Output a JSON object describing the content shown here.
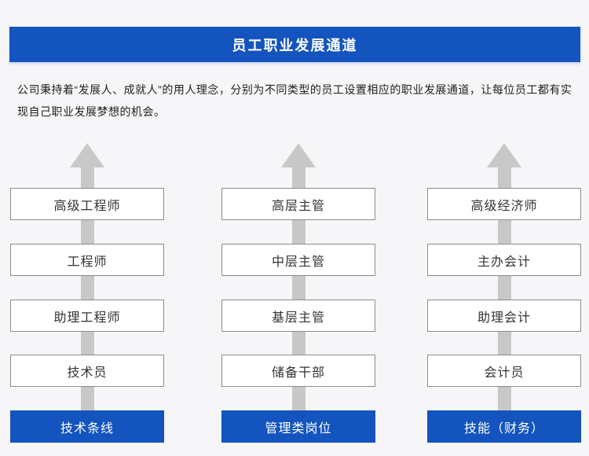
{
  "page": {
    "title": "员工职业发展通道",
    "description": "公司秉持着“发展人、成就人”的用人理念，分别为不同类型的员工设置相应的职业发展通道，让每位员工都有实现自己职业发展梦想的机会。"
  },
  "colors": {
    "primary_blue": "#1354be",
    "arrow_gray": "#c9c8c6",
    "box_border_gray": "#8c8c8c",
    "background": "#f6f6f8",
    "box_text": "#333333",
    "banner_text": "#ffffff"
  },
  "columns": [
    {
      "track_label": "技术条线",
      "levels_top_to_bottom": [
        "高级工程师",
        "工程师",
        "助理工程师",
        "技术员"
      ]
    },
    {
      "track_label": "管理类岗位",
      "levels_top_to_bottom": [
        "高层主管",
        "中层主管",
        "基层主管",
        "储备干部"
      ]
    },
    {
      "track_label": "技能（财务）",
      "levels_top_to_bottom": [
        "高级经济师",
        "主办会计",
        "助理会计",
        "会计员"
      ]
    }
  ]
}
